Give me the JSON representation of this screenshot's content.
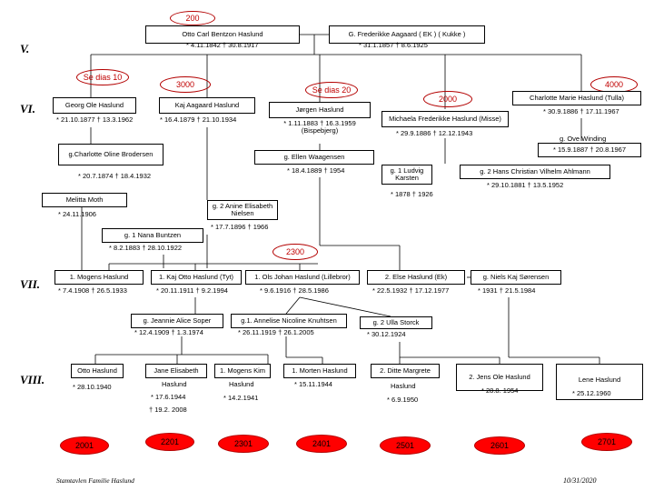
{
  "generations": {
    "v": "V.",
    "vi": "VI.",
    "vii": "VII.",
    "viii": "VIII."
  },
  "ovals": {
    "o200": "200",
    "o3000a": "3000",
    "o4000": "4000",
    "sedias10": "Se dias 10",
    "sedias20": "Se dias 20",
    "o2000": "2000",
    "o2300": "2300",
    "o2001a": "2001",
    "o2201": "2201",
    "o2301": "2301",
    "o2401": "2401",
    "o2501": "2501",
    "o2601": "2601",
    "o2701": "2701"
  },
  "gen_v": {
    "otto_name": "Otto Carl Bentzon Haslund",
    "otto_dates": "* 4.11.1842 † 30.8.1917",
    "fred_name": "G. Frederikke Aagaard ( EK ) ( Kukke )",
    "fred_dates": "* 31.1.1857 † 8.6.1925"
  },
  "gen_vi": {
    "georg_name": "Georg Ole Haslund",
    "georg_dates": "* 21.10.1877 † 13.3.1962",
    "kaj_name": "Kaj Aagaard Haslund",
    "kaj_dates": "* 16.4.1879 † 21.10.1934",
    "jorgen_name": "Jørgen Haslund",
    "jorgen_dates": "* 1.11.1883 † 16.3.1959 (Bispebjerg)",
    "michaela_name": "Michaela Frederikke Haslund (Misse)",
    "michaela_dates": "* 29.9.1886 † 12.12.1943",
    "charlotte_name": "Charlotte Marie Haslund (Tulla)",
    "charlotte_dates": "* 30.9.1886 † 17.11.1967",
    "g_ove": "g. Ove Winding",
    "ove_dates": "* 15.9.1887 † 20.8.1967",
    "g_charlotte_oline": "g.Charlotte Oline Brodersen",
    "charlotte_oline_dates": "* 20.7.1874 † 18.4.1932",
    "g_ellen": "g. Ellen Waagensen",
    "ellen_dates": "* 18.4.1889 † 1954",
    "g_ludvig": "g. 1 Ludvig Karsten",
    "ludvig_dates": "* 1878 † 1926",
    "g_hans": "g. 2 Hans Christian Vilhelm Ahlmann",
    "hans_dates": "* 29.10.1881 † 13.5.1952",
    "melitta_name": "Melitta Moth",
    "melitta_dates": "* 24.11.1906",
    "g_anine": "g. 2 Anine Elisabeth Nielsen",
    "anine_dates": "* 17.7.1896 † 1966",
    "g_nana": "g. 1 Nana Buntzen",
    "nana_dates": "* 8.2.1883 † 28.10.1922"
  },
  "gen_vii": {
    "mogens_name": "1. Mogens Haslund",
    "mogens_dates": "* 7.4.1908 † 26.5.1933",
    "kajotto_name": "1. Kaj Otto Haslund (Tyt)",
    "kajotto_dates": "* 20.11.1911 † 9.2.1994",
    "olsjohan_name": "1. Ols Johan Haslund (Lillebror)",
    "olsjohan_dates": "* 9.6.1916 † 28.5.1986",
    "else_name": "2. Else Haslund (Ek)",
    "else_dates": "* 22.5.1932 † 17.12.1977",
    "g_niels": "g. Niels Kaj Sørensen",
    "niels_dates": "* 1931 † 21.5.1984",
    "g_jeannie": "g. Jeannie Alice Soper",
    "jeannie_dates": "* 12.4.1909 † 1.3.1974",
    "g_annelise": "g.1. Annelise Nicoline Knuhtsen",
    "annelise_dates": "* 26.11.1919 † 26.1.2005",
    "g_ulla": "g. 2 Ulla Storck",
    "ulla_dates": "* 30.12.1924"
  },
  "gen_viii": {
    "otto_name": "Otto Haslund",
    "otto_dates": "* 28.10.1940",
    "jane_name_1": "Jane Elisabeth",
    "jane_name_2": "Haslund",
    "jane_dates_1": "* 17.6.1944",
    "jane_dates_2": "† 19.2. 2008",
    "mogens_kim_name": "1. Mogens Kim",
    "mogens_kim_name_2": "Haslund",
    "mogens_kim_dates": "* 14.2.1941",
    "morten_name": "1. Morten Haslund",
    "morten_dates": "* 15.11.1944",
    "ditte_name_1": "2. Ditte Margrete",
    "ditte_name_2": "Haslund",
    "ditte_dates": "* 6.9.1950",
    "jens_ole_name": "2. Jens Ole Haslund",
    "jens_ole_dates": "* 28.8. 1954",
    "lene_name": "Lene Haslund",
    "lene_dates": "* 25.12.1960"
  },
  "footer": {
    "left": "Stamtavlen Familie Haslund",
    "right": "10/31/2020"
  }
}
